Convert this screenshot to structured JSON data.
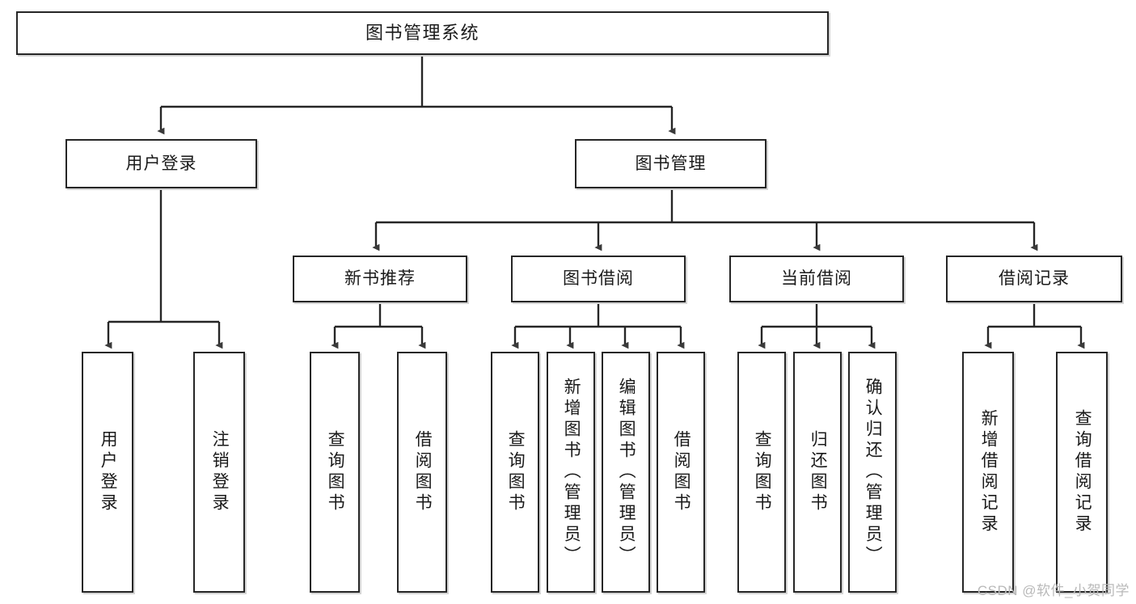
{
  "diagram": {
    "title": "图书管理系统",
    "type": "tree",
    "watermark": "CSDN @软件_小贺同学",
    "colors": {
      "box_border": "#262626",
      "box_fill": "#ffffff",
      "edge": "#262626",
      "text": "#1a1a1a",
      "watermark": "#b9b9b9",
      "background": "#ffffff"
    },
    "nodes": {
      "root": {
        "label": "图书管理系统"
      },
      "level2": [
        {
          "id": "user-login",
          "label": "用户登录"
        },
        {
          "id": "book-manage",
          "label": "图书管理"
        }
      ],
      "level3": [
        {
          "id": "new-book-rec",
          "label": "新书推荐"
        },
        {
          "id": "book-borrow",
          "label": "图书借阅"
        },
        {
          "id": "current-borrow",
          "label": "当前借阅"
        },
        {
          "id": "borrow-record",
          "label": "借阅记录"
        }
      ],
      "leaves": {
        "user-login": [
          {
            "id": "leaf-user-login",
            "label": "用户登录"
          },
          {
            "id": "leaf-logout",
            "label": "注销登录"
          }
        ],
        "new-book-rec": [
          {
            "id": "leaf-query-book-1",
            "label": "查询图书"
          },
          {
            "id": "leaf-borrow-book-1",
            "label": "借阅图书"
          }
        ],
        "book-borrow": [
          {
            "id": "leaf-query-book-2",
            "label": "查询图书"
          },
          {
            "id": "leaf-add-book",
            "label": "新增图书（管理员）"
          },
          {
            "id": "leaf-edit-book",
            "label": "编辑图书（管理员）"
          },
          {
            "id": "leaf-borrow-book-2",
            "label": "借阅图书"
          }
        ],
        "current-borrow": [
          {
            "id": "leaf-query-book-3",
            "label": "查询图书"
          },
          {
            "id": "leaf-return-book",
            "label": "归还图书"
          },
          {
            "id": "leaf-confirm-return",
            "label": "确认归还（管理员）"
          }
        ],
        "borrow-record": [
          {
            "id": "leaf-add-record",
            "label": "新增借阅记录"
          },
          {
            "id": "leaf-query-record",
            "label": "查询借阅记录"
          }
        ]
      }
    }
  }
}
